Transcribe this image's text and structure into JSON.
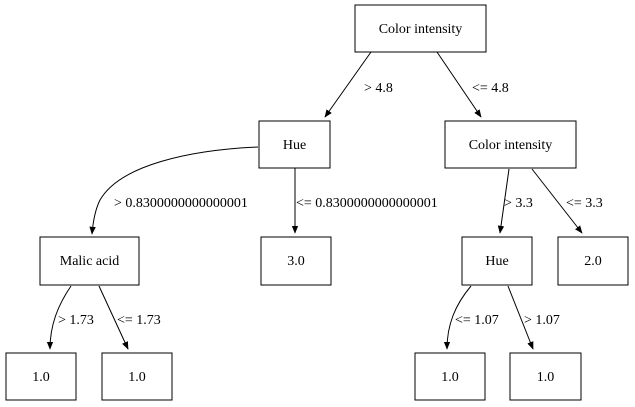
{
  "nodes": {
    "root": "Color intensity",
    "hue_left": "Hue",
    "color_intensity_right": "Color intensity",
    "malic_acid": "Malic acid",
    "leaf_3_0": "3.0",
    "hue_right": "Hue",
    "leaf_2_0": "2.0",
    "leaf_ma_gt": "1.0",
    "leaf_ma_le": "1.0",
    "leaf_hue_le": "1.0",
    "leaf_hue_gt": "1.0"
  },
  "edges": {
    "root_to_hue": "> 4.8",
    "root_to_ci": "<= 4.8",
    "hue_to_malic": "> 0.8300000000000001",
    "hue_to_leaf3": "<= 0.8300000000000001",
    "ci_to_hue": "> 3.3",
    "ci_to_leaf2": "<= 3.3",
    "malic_gt": "> 1.73",
    "malic_le": "<= 1.73",
    "hue_le": "<= 1.07",
    "hue_gt": "> 1.07"
  }
}
